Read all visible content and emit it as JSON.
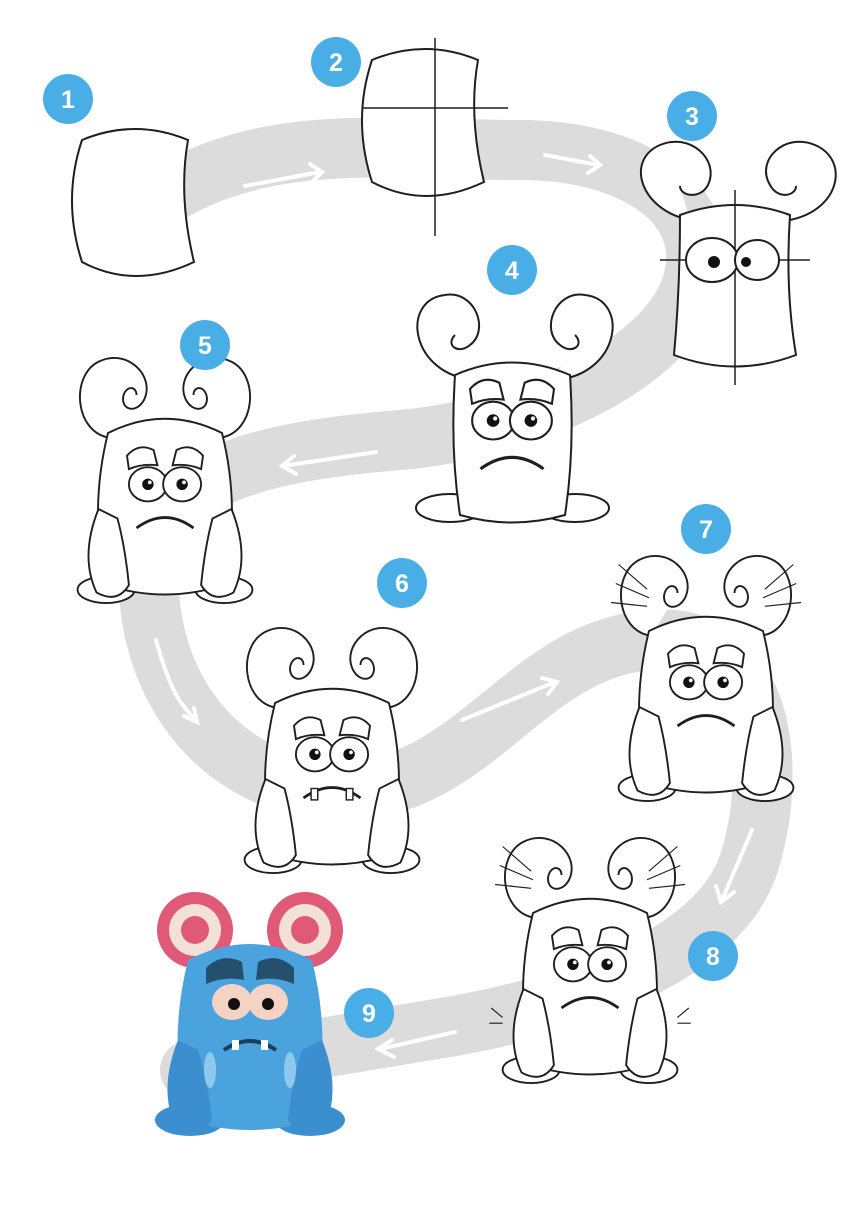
{
  "steps": [
    {
      "number": "1"
    },
    {
      "number": "2"
    },
    {
      "number": "3"
    },
    {
      "number": "4"
    },
    {
      "number": "5"
    },
    {
      "number": "6"
    },
    {
      "number": "7"
    },
    {
      "number": "8"
    },
    {
      "number": "9"
    }
  ],
  "colors": {
    "badge": "#4aaee6",
    "path": "#dcdcdc",
    "arrow": "#ffffff",
    "outline": "#1f1f1f",
    "monster_body": "#4aa3dc",
    "monster_horn_pink": "#e05a78",
    "monster_horn_cream": "#f3e0d6"
  }
}
